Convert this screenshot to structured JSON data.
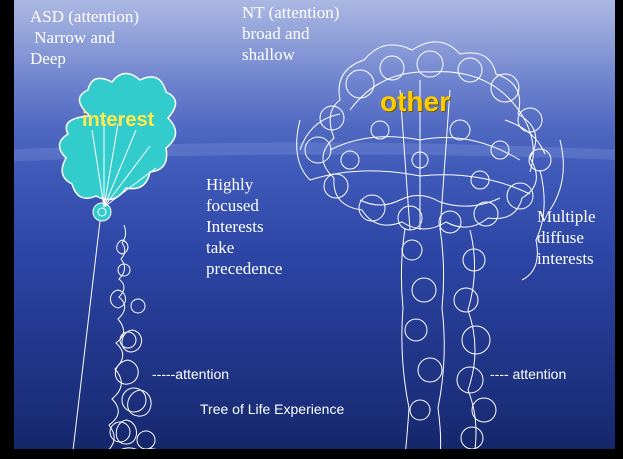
{
  "left_label": {
    "line1": "ASD (attention)",
    "line2": " Narrow and",
    "line3": "Deep"
  },
  "right_label": {
    "line1": "NT (attention)",
    "line2": "broad and",
    "line3": "shallow"
  },
  "interest_word": "interest",
  "other_word": "other",
  "middle_text": {
    "line1": "Highly",
    "line2": "focused",
    "line3": "Interests",
    "line4": "take",
    "line5": "precedence"
  },
  "right_text": {
    "line1": "Multiple",
    "line2": "diffuse",
    "line3": "interests"
  },
  "attention_left": "-----attention",
  "attention_right": "---- attention",
  "caption": "Tree of Life Experience",
  "colors": {
    "balloon_fill": "#33cccc",
    "interest_text": "#ffe94a",
    "other_text": "#ffcc00",
    "lines": "#ffffff"
  }
}
